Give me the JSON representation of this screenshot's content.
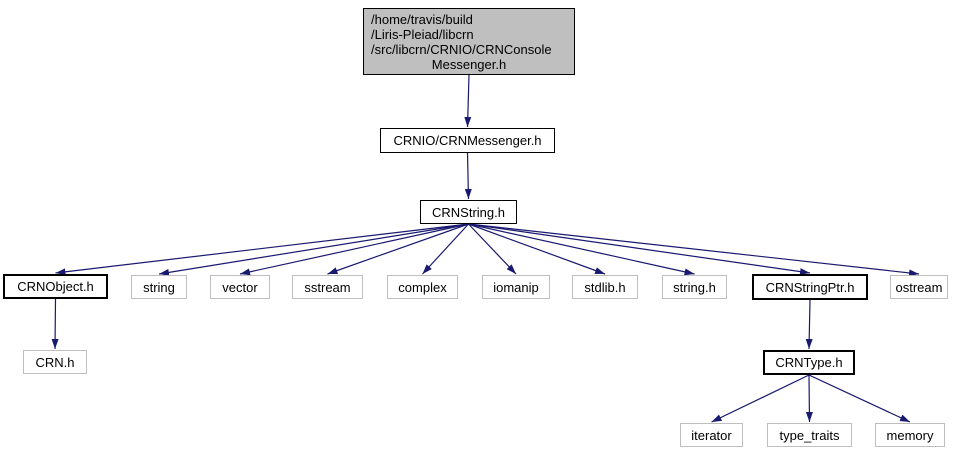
{
  "diagram": {
    "type": "include-dependency-graph",
    "colors": {
      "edge": "#191970",
      "current_node_fill": "#bfbfbf",
      "node_fill": "#ffffff",
      "linked_node_border": "#000000",
      "system_node_border": "#bebebe",
      "text": "#000000"
    },
    "nodes": [
      {
        "id": "main",
        "type": "current",
        "label_lines": [
          "/home/travis/build",
          "/Liris-Pleiad/libcrn",
          "/src/libcrn/CRNIO/CRNConsole",
          "Messenger.h"
        ]
      },
      {
        "id": "crnmessenger",
        "type": "internal",
        "label": "CRNIO/CRNMessenger.h"
      },
      {
        "id": "crnstring",
        "type": "internal",
        "label": "CRNString.h"
      },
      {
        "id": "crnobject",
        "type": "linked",
        "label": "CRNObject.h"
      },
      {
        "id": "string",
        "type": "system",
        "label": "string"
      },
      {
        "id": "vector",
        "type": "system",
        "label": "vector"
      },
      {
        "id": "sstream",
        "type": "system",
        "label": "sstream"
      },
      {
        "id": "complex",
        "type": "system",
        "label": "complex"
      },
      {
        "id": "iomanip",
        "type": "system",
        "label": "iomanip"
      },
      {
        "id": "stdlib",
        "type": "system",
        "label": "stdlib.h"
      },
      {
        "id": "stringh",
        "type": "system",
        "label": "string.h"
      },
      {
        "id": "crnstringptr",
        "type": "linked",
        "label": "CRNStringPtr.h"
      },
      {
        "id": "ostream",
        "type": "system",
        "label": "ostream"
      },
      {
        "id": "crn",
        "type": "system",
        "label": "CRN.h"
      },
      {
        "id": "crntype",
        "type": "linked",
        "label": "CRNType.h"
      },
      {
        "id": "iterator",
        "type": "system",
        "label": "iterator"
      },
      {
        "id": "type_traits",
        "type": "system",
        "label": "type_traits"
      },
      {
        "id": "memory",
        "type": "system",
        "label": "memory"
      }
    ],
    "edges": [
      {
        "from": "main",
        "to": "crnmessenger"
      },
      {
        "from": "crnmessenger",
        "to": "crnstring"
      },
      {
        "from": "crnstring",
        "to": "crnobject"
      },
      {
        "from": "crnstring",
        "to": "string"
      },
      {
        "from": "crnstring",
        "to": "vector"
      },
      {
        "from": "crnstring",
        "to": "sstream"
      },
      {
        "from": "crnstring",
        "to": "complex"
      },
      {
        "from": "crnstring",
        "to": "iomanip"
      },
      {
        "from": "crnstring",
        "to": "stdlib"
      },
      {
        "from": "crnstring",
        "to": "stringh"
      },
      {
        "from": "crnstring",
        "to": "crnstringptr"
      },
      {
        "from": "crnstring",
        "to": "ostream"
      },
      {
        "from": "crnobject",
        "to": "crn"
      },
      {
        "from": "crnstringptr",
        "to": "crntype"
      },
      {
        "from": "crntype",
        "to": "iterator"
      },
      {
        "from": "crntype",
        "to": "type_traits"
      },
      {
        "from": "crntype",
        "to": "memory"
      }
    ]
  }
}
